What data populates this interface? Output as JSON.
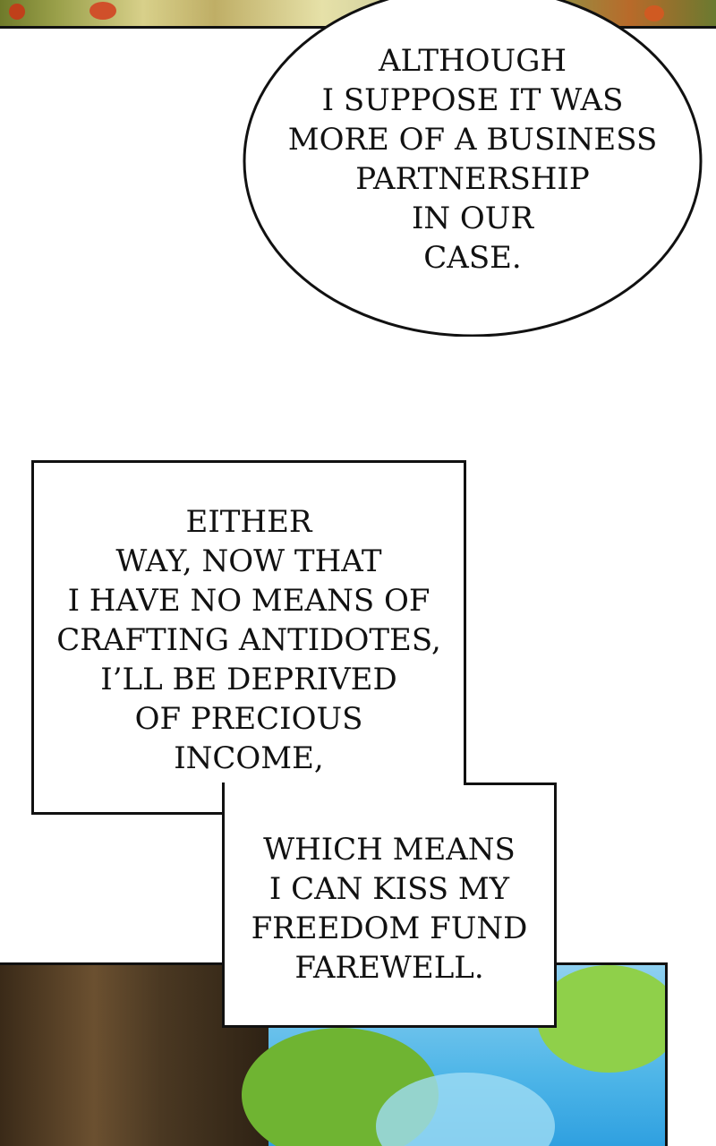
{
  "speech_bubble": {
    "lines": [
      "ALTHOUGH",
      "I SUPPOSE IT WAS",
      "MORE OF A BUSINESS",
      "PARTNERSHIP",
      "IN OUR",
      "CASE."
    ]
  },
  "caption_1": {
    "lines": [
      "EITHER",
      "WAY, NOW THAT",
      "I HAVE NO MEANS OF",
      "CRAFTING ANTIDOTES,",
      "I’LL BE DEPRIVED",
      "OF PRECIOUS",
      "INCOME,"
    ]
  },
  "caption_2": {
    "lines": [
      "WHICH MEANS",
      "I CAN KISS MY",
      "FREEDOM FUND",
      "FAREWELL."
    ]
  },
  "colors": {
    "ink": "#111111",
    "background": "#ffffff",
    "sky": "#4fb6e8",
    "foliage": "#7cc23a"
  }
}
